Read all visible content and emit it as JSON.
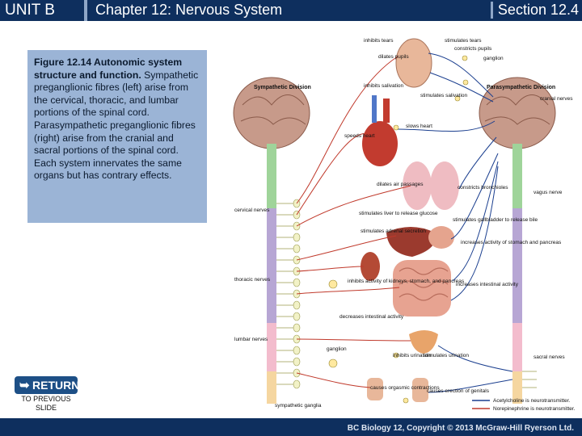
{
  "header": {
    "unit": "UNIT B",
    "chapter": "Chapter 12: Nervous System",
    "section": "Section 12.4"
  },
  "caption": {
    "title": "Figure 12.14 Autonomic system structure and function.",
    "body": "Sympathetic preganglionic fibres (left) arise from the cervical, thoracic, and lumbar portions of the spinal cord. Parasympathetic preganglionic fibres (right) arise from the cranial and sacral portions of the spinal cord. Each system innervates the same organs but has contrary effects."
  },
  "nav": {
    "return_label": "RETURN",
    "return_sub_line1": "TO PREVIOUS",
    "return_sub_line2": "SLIDE"
  },
  "footer": {
    "copyright": "BC Biology 12, Copyright © 2013 McGraw-Hill Ryerson Ltd."
  },
  "diagram": {
    "sympathetic_division": "Sympathetic Division",
    "parasympathetic_division": "Parasympathetic Division",
    "inhibits_tears": "inhibits tears",
    "stimulates_tears": "stimulates tears",
    "constricts_pupils": "constricts pupils",
    "dilates_pupils": "dilates pupils",
    "ganglion_top": "ganglion",
    "inhibits_salivation": "inhibits salivation",
    "stimulates_salivation": "stimulates salivation",
    "cranial_nerves": "cranial nerves",
    "speeds_heart": "speeds heart",
    "slows_heart": "slows heart",
    "dilates_air_passages": "dilates air passages",
    "constricts_bronchioles": "constricts bronchioles",
    "vagus_nerve": "vagus nerve",
    "cervical_nerves": "cervical nerves",
    "stimulates_liver": "stimulates liver to release glucose",
    "stimulates_gallbladder": "stimulates gallbladder to release bile",
    "stimulates_adrenal": "stimulates adrenal secretion",
    "increases_activity": "increases activity of stomach and pancreas",
    "thoracic_nerves": "thoracic nerves",
    "inhibits_activity": "inhibits activity of kidneys, stomach, and pancreas",
    "increases_intestinal": "increases intestinal activity",
    "decreases_intestinal": "decreases intestinal activity",
    "lumbar_nerves": "lumbar nerves",
    "ganglion_bottom": "ganglion",
    "inhibits_urination": "inhibits urination",
    "stimulates_urination": "stimulates urination",
    "sacral_nerves": "sacral nerves",
    "causes_orgasmic": "causes orgasmic contractions",
    "causes_erection": "causes erection of genitals",
    "sympathetic_ganglia": "sympathetic ganglia",
    "legend_ach": "Acetylcholine is neurotransmitter.",
    "legend_ne": "Norepinephrine is neurotransmitter."
  },
  "colors": {
    "header_bg": "#0e2f5e",
    "caption_bg": "#9bb4d6",
    "return_bg": "#1d4f86",
    "fiber_blue": "#1b3f8f",
    "fiber_red": "#c0392b"
  }
}
